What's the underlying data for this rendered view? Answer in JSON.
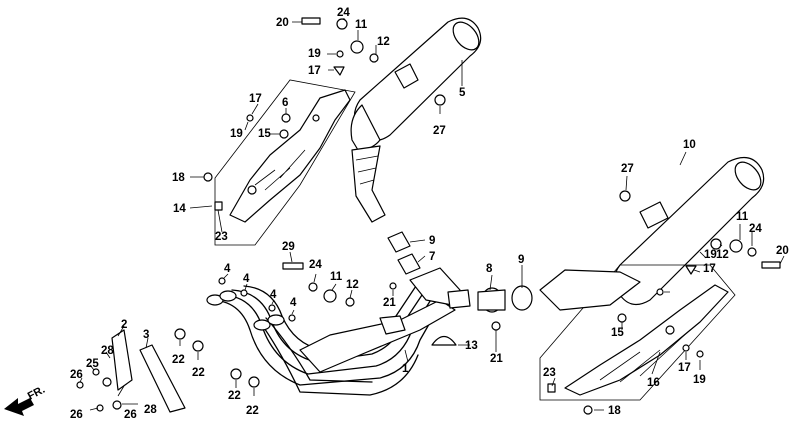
{
  "front_indicator": "FR.",
  "callouts": [
    {
      "id": "c20a",
      "text": "20"
    },
    {
      "id": "c24a",
      "text": "24"
    },
    {
      "id": "c11a",
      "text": "11"
    },
    {
      "id": "c12a",
      "text": "12"
    },
    {
      "id": "c19a",
      "text": "19"
    },
    {
      "id": "c17a",
      "text": "17"
    },
    {
      "id": "c5",
      "text": "5"
    },
    {
      "id": "c27a",
      "text": "27"
    },
    {
      "id": "c17b",
      "text": "17"
    },
    {
      "id": "c6",
      "text": "6"
    },
    {
      "id": "c19b",
      "text": "19"
    },
    {
      "id": "c15a",
      "text": "15"
    },
    {
      "id": "c18a",
      "text": "18"
    },
    {
      "id": "c14",
      "text": "14"
    },
    {
      "id": "c23a",
      "text": "23"
    },
    {
      "id": "c9a",
      "text": "9"
    },
    {
      "id": "c7",
      "text": "7"
    },
    {
      "id": "c29",
      "text": "29"
    },
    {
      "id": "c24b",
      "text": "24"
    },
    {
      "id": "c11b",
      "text": "11"
    },
    {
      "id": "c12b",
      "text": "12"
    },
    {
      "id": "c4a",
      "text": "4"
    },
    {
      "id": "c4b",
      "text": "4"
    },
    {
      "id": "c4c",
      "text": "4"
    },
    {
      "id": "c4d",
      "text": "4"
    },
    {
      "id": "c21a",
      "text": "21"
    },
    {
      "id": "c8",
      "text": "8"
    },
    {
      "id": "c9b",
      "text": "9"
    },
    {
      "id": "c21b",
      "text": "21"
    },
    {
      "id": "c13",
      "text": "13"
    },
    {
      "id": "c1",
      "text": "1"
    },
    {
      "id": "c2",
      "text": "2"
    },
    {
      "id": "c3",
      "text": "3"
    },
    {
      "id": "c25",
      "text": "25"
    },
    {
      "id": "c28a",
      "text": "28"
    },
    {
      "id": "c26a",
      "text": "26"
    },
    {
      "id": "c26b",
      "text": "26"
    },
    {
      "id": "c26c",
      "text": "26"
    },
    {
      "id": "c28b",
      "text": "28"
    },
    {
      "id": "c22a",
      "text": "22"
    },
    {
      "id": "c22b",
      "text": "22"
    },
    {
      "id": "c22c",
      "text": "22"
    },
    {
      "id": "c22d",
      "text": "22"
    },
    {
      "id": "c10",
      "text": "10"
    },
    {
      "id": "c27b",
      "text": "27"
    },
    {
      "id": "c11c",
      "text": "11"
    },
    {
      "id": "c24c",
      "text": "24"
    },
    {
      "id": "c19c",
      "text": "19"
    },
    {
      "id": "c12c",
      "text": "12"
    },
    {
      "id": "c20b",
      "text": "20"
    },
    {
      "id": "c17c",
      "text": "17"
    },
    {
      "id": "c15b",
      "text": "15"
    },
    {
      "id": "c23b",
      "text": "23"
    },
    {
      "id": "c16",
      "text": "16"
    },
    {
      "id": "c17d",
      "text": "17"
    },
    {
      "id": "c19d",
      "text": "19"
    },
    {
      "id": "c18b",
      "text": "18"
    }
  ]
}
